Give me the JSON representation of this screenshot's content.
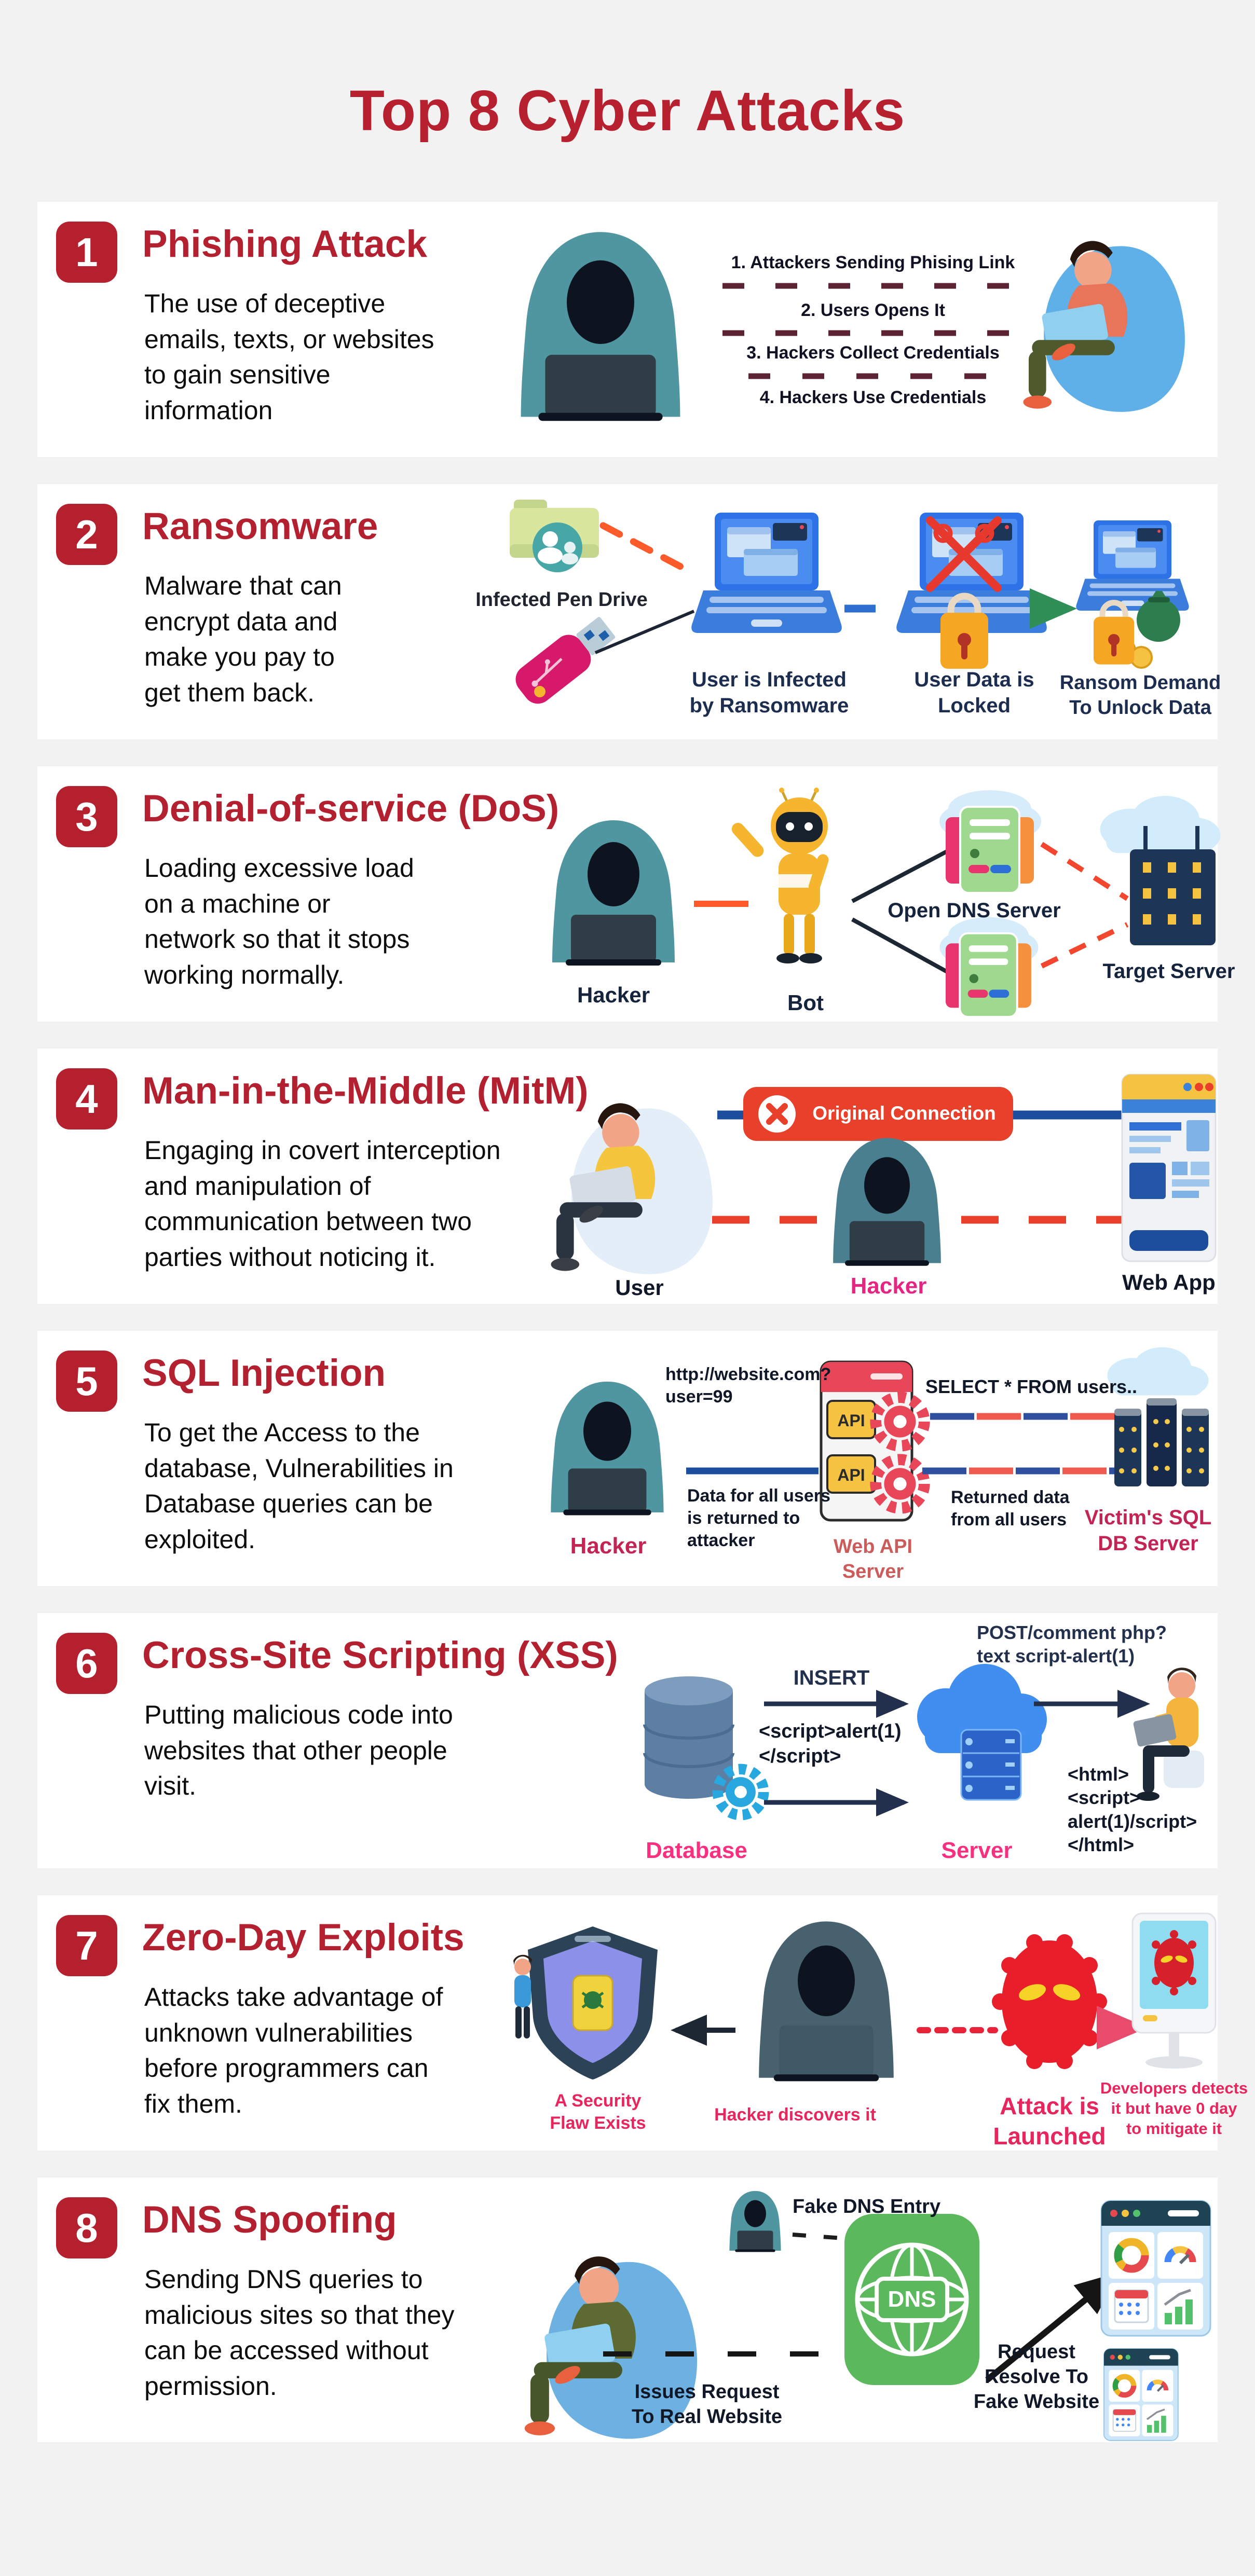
{
  "page": {
    "title": "Top 8 Cyber Attacks",
    "background": "#f2f2f3",
    "card_background": "#ffffff",
    "accent_red": "#b7202e",
    "label_navy": "#1d2d50",
    "label_pink": "#e8265e",
    "label_magenta": "#e62583",
    "label_crimson": "#c22553"
  },
  "sections": [
    {
      "number": "1",
      "title": "Phishing Attack",
      "description": "The use of deceptive\nemails, texts, or websites\nto gain sensitive\ninformation",
      "steps": [
        "1. Attackers Sending Phising Link",
        "2. Users Opens It",
        "3. Hackers Collect Credentials",
        "4. Hackers Use Credentials"
      ]
    },
    {
      "number": "2",
      "title": "Ransomware",
      "description": "Malware that can\nencrypt data and\nmake you pay to\nget them back.",
      "labels": {
        "pen_drive": "Infected Pen Drive",
        "infected": "User is Infected\nby Ransomware",
        "locked": "User Data is\nLocked",
        "ransom": "Ransom Demand\nTo Unlock Data"
      }
    },
    {
      "number": "3",
      "title": "Denial-of-service (DoS)",
      "description": "Loading excessive load\non a machine or\nnetwork so that it stops\nworking normally.",
      "labels": {
        "hacker": "Hacker",
        "bot": "Bot",
        "open_dns": "Open DNS Server",
        "target": "Target Server"
      }
    },
    {
      "number": "4",
      "title": "Man-in-the-Middle (MitM)",
      "description": "Engaging in covert interception\nand manipulation of\ncommunication between two\nparties without noticing it.",
      "labels": {
        "user": "User",
        "hacker": "Hacker",
        "web_app": "Web App",
        "original_connection": "Original Connection"
      }
    },
    {
      "number": "5",
      "title": "SQL Injection",
      "description": "To get the Access to the\ndatabase, Vulnerabilities in\nDatabase queries can be\nexploited.",
      "labels": {
        "url": "http://website.com?\nuser=99",
        "data_returned": "Data for all users\nis returned to\nattacker",
        "hacker": "Hacker",
        "api_badge": "API",
        "web_api": "Web API\nServer",
        "select": "SELECT * FROM users..",
        "returned": "Returned data\nfrom all users",
        "victim": "Victim's SQL\nDB Server"
      }
    },
    {
      "number": "6",
      "title": "Cross-Site Scripting (XSS)",
      "description": "Putting malicious code into\nwebsites that other people\nvisit.",
      "labels": {
        "insert": "INSERT",
        "script": "<script>alert(1)\n</script>",
        "post": "POST/comment php?\ntext script-alert(1)",
        "html": "<html>\n<script>\nalert(1)/script>\n</html>",
        "database": "Database",
        "server": "Server"
      }
    },
    {
      "number": "7",
      "title": "Zero-Day Exploits",
      "description": "Attacks take advantage of\nunknown vulnerabilities\nbefore programmers can\nfix them.",
      "labels": {
        "flaw": "A Security\nFlaw Exists",
        "discovers": "Hacker discovers it",
        "attack": "Attack is\nLaunched",
        "developers": "Developers detects\nit but have 0 day\nto mitigate it"
      }
    },
    {
      "number": "8",
      "title": "DNS Spoofing",
      "description": "Sending DNS queries to\nmalicious sites so that they\ncan be accessed without\npermission.",
      "labels": {
        "fake_entry": "Fake DNS Entry",
        "dns": "DNS",
        "issues": "Issues Request\nTo Real Website",
        "resolve": "Request\nResolve To\nFake Website"
      }
    }
  ]
}
